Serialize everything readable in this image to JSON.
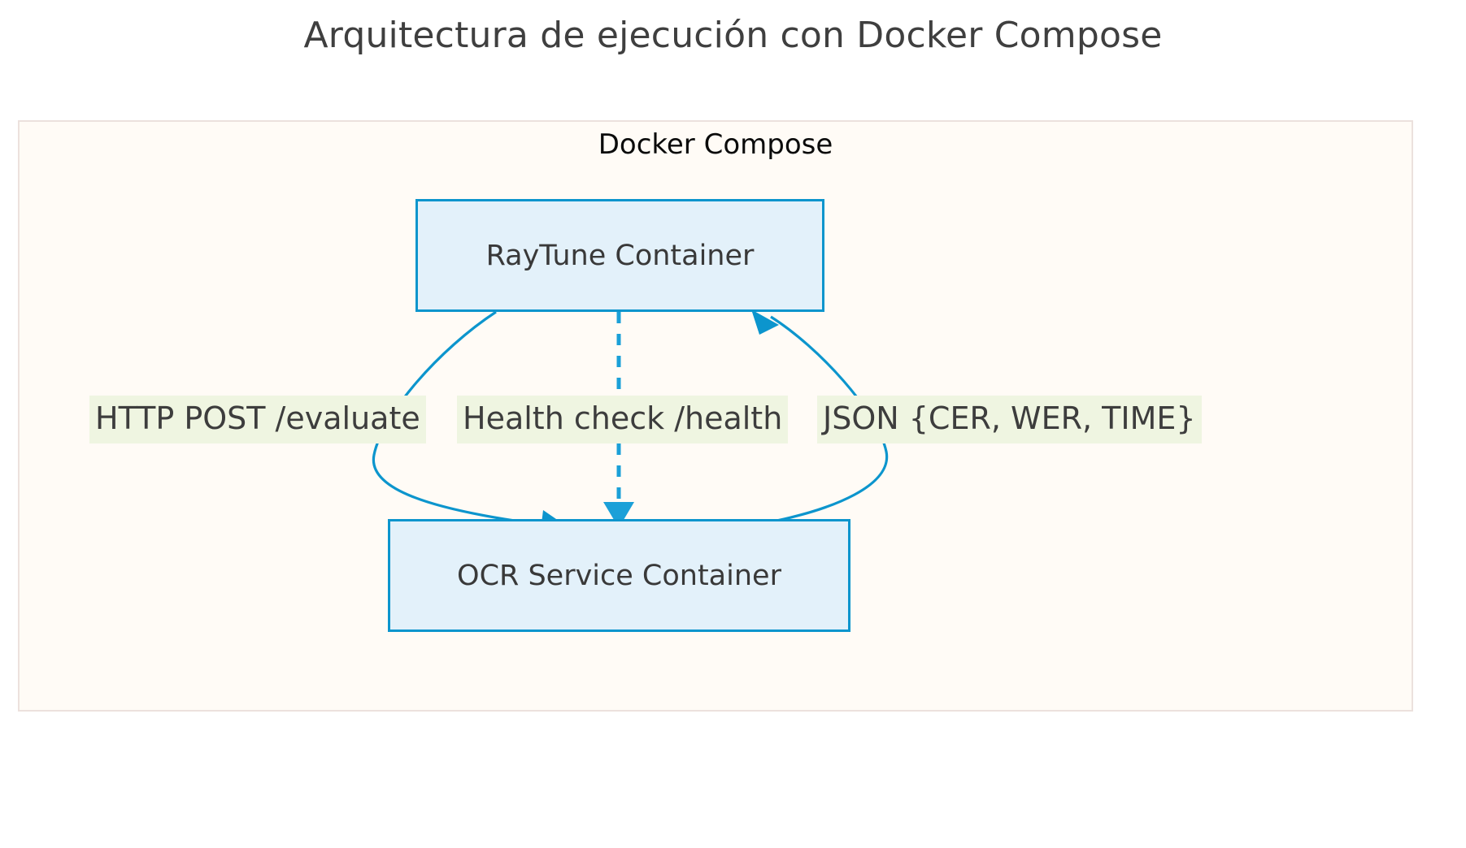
{
  "diagram": {
    "title": "Arquitectura de ejecución con Docker Compose",
    "type": "flowchart",
    "subgraph": {
      "label": "Docker Compose"
    },
    "nodes": [
      {
        "id": "raytune",
        "label": "RayTune Container"
      },
      {
        "id": "ocr",
        "label": "OCR Service Container"
      }
    ],
    "edges": [
      {
        "id": "request",
        "from": "raytune",
        "to": "ocr",
        "label": "HTTP POST /evaluate",
        "style": "solid",
        "direction": "down"
      },
      {
        "id": "health",
        "from": "raytune",
        "to": "ocr",
        "label": "Health check /health",
        "style": "dashed",
        "direction": "down"
      },
      {
        "id": "response",
        "from": "ocr",
        "to": "raytune",
        "label": "JSON {CER, WER, TIME}",
        "style": "solid",
        "direction": "up"
      }
    ],
    "colors": {
      "page_background": "#ffffff",
      "title_text": "#3f3f3f",
      "subgraph_fill": "#fffbf6",
      "subgraph_border": "#ece1dd",
      "subgraph_label_text": "#0b0b0b",
      "node_fill": "#e3f1fa",
      "node_border": "#0c95cd",
      "node_text": "#393939",
      "edge_stroke": "#0c95cd",
      "edge_label_fill": "#eff5e1",
      "edge_label_text": "#3d3d3d"
    }
  }
}
